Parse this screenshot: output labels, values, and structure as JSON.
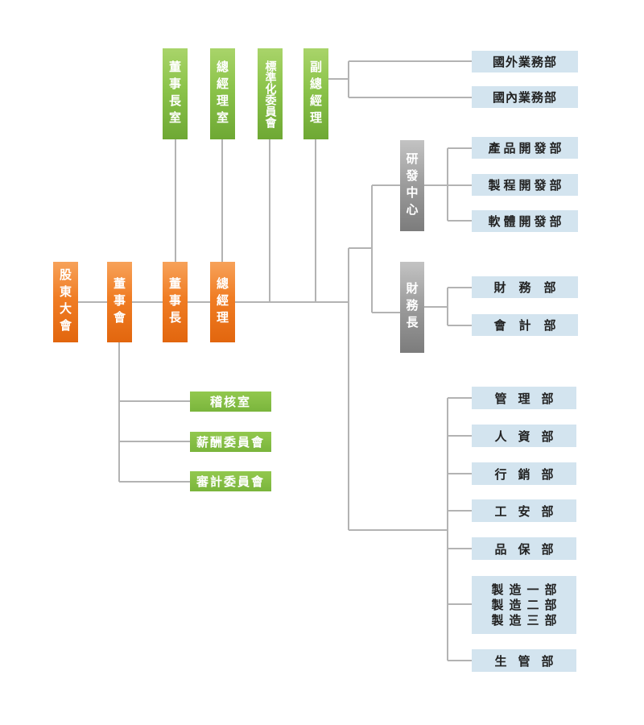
{
  "top_row": {
    "chairman_office": "董事長室",
    "gm_office": "總經理室",
    "standards_committee": "標準化委員會",
    "deputy_gm": "副總經理"
  },
  "main_chain": {
    "shareholders": "股東大會",
    "board": "董事會",
    "chairman": "董事長",
    "gm": "總經理"
  },
  "board_units": {
    "audit_office": "稽核室",
    "compensation_committee": "薪酬委員會",
    "audit_committee": "審計委員會"
  },
  "deputy_units": {
    "intl_business": "國外業務部",
    "domestic_business": "國內業務部"
  },
  "rd_center": {
    "title": "研發中心",
    "product_dev": "產品開發部",
    "process_dev": "製程開發部",
    "software_dev": "軟體開發部"
  },
  "cfo": {
    "title": "財務長",
    "finance": "財務部",
    "accounting": "會計部"
  },
  "departments": {
    "management": "管理部",
    "hr": "人資部",
    "marketing": "行銷部",
    "safety": "工安部",
    "quality": "品保部",
    "mfg1": "製造一部",
    "mfg2": "製造二部",
    "mfg3": "製造三部",
    "production_control": "生管部"
  },
  "colors": {
    "orange": "#f07d24",
    "green": "#8bc34a",
    "gray": "#9b9b9b",
    "light_blue": "#d3e4ef",
    "line": "#b3b3b3"
  }
}
